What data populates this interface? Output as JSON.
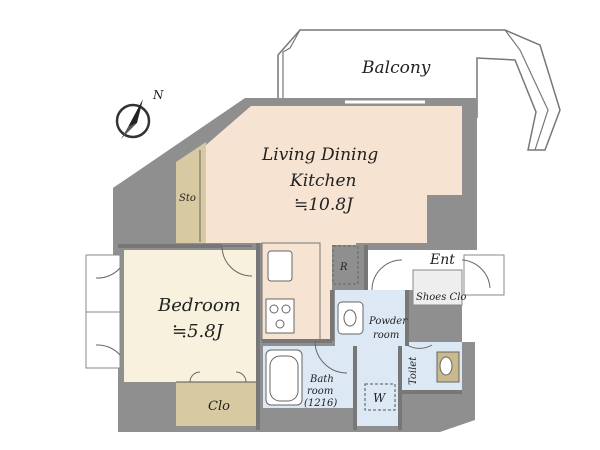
{
  "rooms": {
    "balcony": "Balcony",
    "ldk_line1": "Living Dining",
    "ldk_line2": "Kitchen",
    "ldk_size": "≒10.8J",
    "bedroom": "Bedroom",
    "bedroom_size": "≒5.8J",
    "storage": "Sto",
    "closet": "Clo",
    "refrigerator": "R",
    "entrance": "Ent",
    "shoes_closet": "Shoes Clo",
    "powder_line1": "Powder",
    "powder_line2": "room",
    "toilet": "Toilet",
    "bath_line1": "Bath",
    "bath_line2": "room",
    "bath_size": "(1216)",
    "washer": "W"
  },
  "compass": {
    "north": "N",
    "icon": "compass-icon"
  },
  "colors": {
    "wall": "#8f8f8f",
    "ldk_floor": "#f6e3d2",
    "bedroom_floor": "#f7f1dd",
    "storage_floor": "#d7c9a2",
    "kitchen_floor": "#f6e3d2",
    "wet_floor": "#dce9f4",
    "entrance_floor": "#ffffff"
  }
}
